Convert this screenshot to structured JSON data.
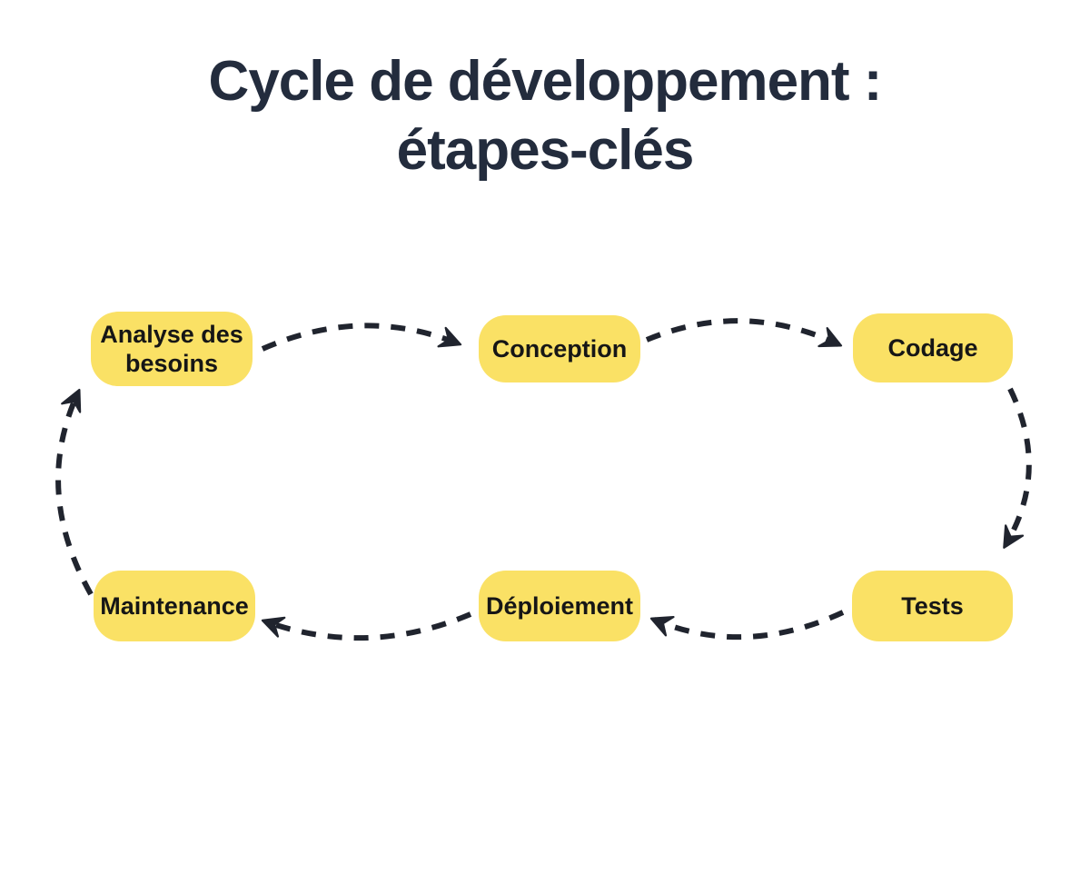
{
  "title": {
    "line1": "Cycle de développement :",
    "line2": "étapes-clés"
  },
  "nodes": [
    {
      "id": "analyse",
      "label": "Analyse des besoins"
    },
    {
      "id": "conception",
      "label": "Conception"
    },
    {
      "id": "codage",
      "label": "Codage"
    },
    {
      "id": "tests",
      "label": "Tests"
    },
    {
      "id": "deploiement",
      "label": "Déploiement"
    },
    {
      "id": "maintenance",
      "label": "Maintenance"
    }
  ],
  "edges": [
    {
      "from": "Analyse des besoins",
      "to": "Conception",
      "style": "dashed-curved-arrow"
    },
    {
      "from": "Conception",
      "to": "Codage",
      "style": "dashed-curved-arrow"
    },
    {
      "from": "Codage",
      "to": "Tests",
      "style": "dashed-curved-arrow"
    },
    {
      "from": "Tests",
      "to": "Déploiement",
      "style": "dashed-curved-arrow"
    },
    {
      "from": "Déploiement",
      "to": "Maintenance",
      "style": "dashed-curved-arrow"
    },
    {
      "from": "Maintenance",
      "to": "Analyse des besoins",
      "style": "dashed-curved-arrow"
    }
  ],
  "colors": {
    "background": "#ffffff",
    "node_fill": "#fae165",
    "node_text": "#161616",
    "title_text": "#232c3d",
    "arrow": "#20242e"
  }
}
